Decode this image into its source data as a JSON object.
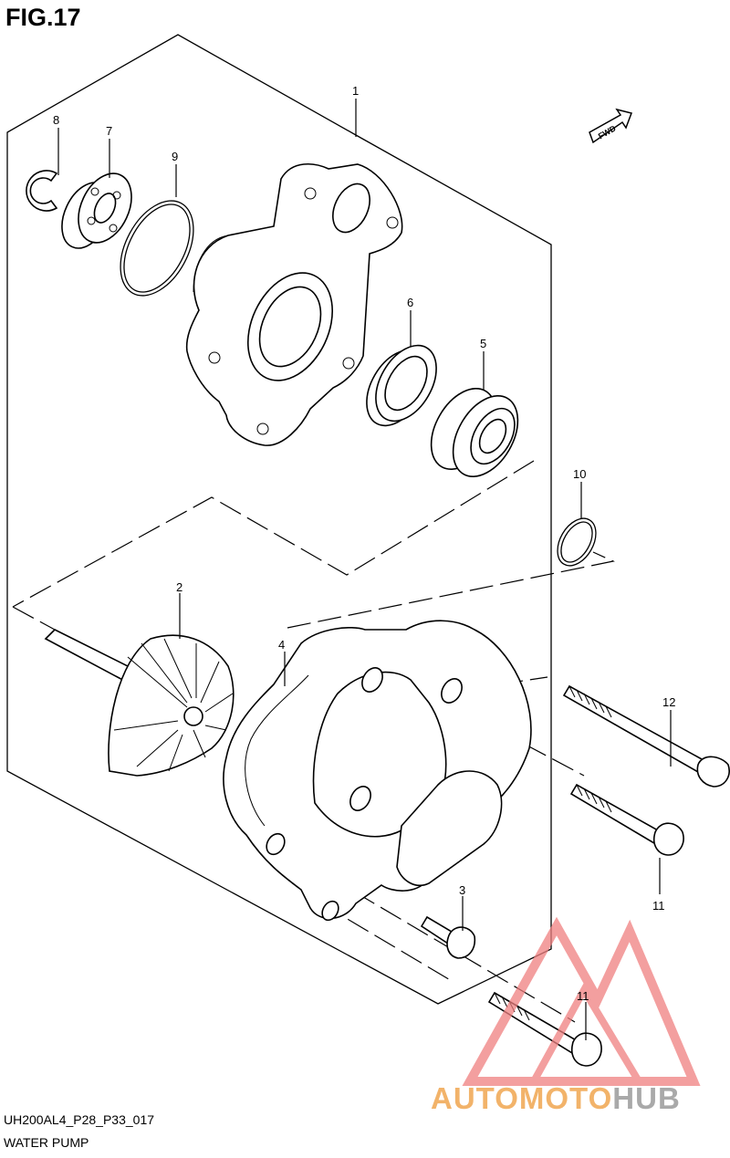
{
  "figure": {
    "title": "FIG.17"
  },
  "footer": {
    "code": "UH200AL4_P28_P33_017",
    "caption": "WATER PUMP"
  },
  "fwd_marker": {
    "label": "FWD"
  },
  "callouts": [
    {
      "id": "1",
      "label": "1"
    },
    {
      "id": "2",
      "label": "2"
    },
    {
      "id": "3",
      "label": "3"
    },
    {
      "id": "4",
      "label": "4"
    },
    {
      "id": "5",
      "label": "5"
    },
    {
      "id": "6",
      "label": "6"
    },
    {
      "id": "7",
      "label": "7"
    },
    {
      "id": "8",
      "label": "8"
    },
    {
      "id": "9",
      "label": "9"
    },
    {
      "id": "10",
      "label": "10"
    },
    {
      "id": "11a",
      "label": "11"
    },
    {
      "id": "11b",
      "label": "11"
    },
    {
      "id": "12",
      "label": "12"
    }
  ],
  "watermark": {
    "part1": "AUTOMOTO",
    "part2": "HUB",
    "color1": "#f2b36a",
    "color2": "#a9a9a9",
    "logo_color": "#f08080"
  }
}
